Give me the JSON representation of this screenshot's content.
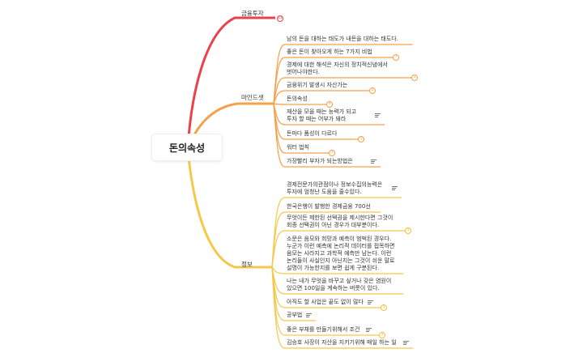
{
  "root": {
    "label": "돈의속성"
  },
  "colors": {
    "red": "#e8434b",
    "orange": "#f5a04a",
    "yellow": "#f5c84a"
  },
  "branches": {
    "finance": {
      "label": "금융투자",
      "badge": "21"
    },
    "mindset": {
      "label": "마인드셋",
      "items": [
        {
          "text": "남의 돈을 대하는 태도가 내돈을 대하는 태도다."
        },
        {
          "text": "좋은 돈이 찾아오게 하는 7가지 비법",
          "badge": "7"
        },
        {
          "text": "경제에 대한 해석은 자신의 정치적신념에서\n벗어나야한다.",
          "badge": "1"
        },
        {
          "text": "금융위기 발생시 자산가는",
          "badge": "2"
        },
        {
          "text": "돈의속성",
          "badge": "4"
        },
        {
          "text": "재산을 모을 때는 능력가 되고\n투자 할 때는 어부가 돼라",
          "note": true
        },
        {
          "text": "돈마다 품성이 다르다",
          "badge": "3"
        },
        {
          "text": "워터 법칙",
          "badge": "1"
        },
        {
          "text": "가장빨리 부자가 되는방법은",
          "note": true
        }
      ]
    },
    "info": {
      "label": "정보",
      "items": [
        {
          "text": "경제전문가의관점이나 정보수집의능력은\n투자에 엄청난 도움을 줄수있다.",
          "note": true
        },
        {
          "text": "한국은행이 발행한 경제금융 700선"
        },
        {
          "text": "무엇이든 제한된 선택권을 제시한다면 그것이\n회종 선택권이 아닌 경우가 대부분이다.",
          "badge": "1"
        },
        {
          "text": "소문은 음모와 희망과 예측이 범벅된 경우다.\n누군가 이런 예측에 논리적 데이터를 접목하면\n음모는 사라지고 과학적 예측만 남는다. 이런\n논리들이 사실인지 아닌지는 그것이 쉬운 말로\n설명이 가능한지를 보면 쉽게 구분된다."
        },
        {
          "text": "나는 내가 무엇을 바꾸고 싶거나 갖은 염원이\n있으면 100일을 계속하는 버릇이 있다."
        },
        {
          "text": "아직도 할 사업은 끝도 없이 많다",
          "note": true,
          "badge": "1"
        },
        {
          "text": "공부법",
          "note": true
        },
        {
          "text": "좋은 부채를 만들기위해서 조건",
          "note": true,
          "badge": "1"
        },
        {
          "text": "김승호 사장이 자산을 지키기위해 매일 하는 일",
          "note": true
        }
      ]
    }
  }
}
